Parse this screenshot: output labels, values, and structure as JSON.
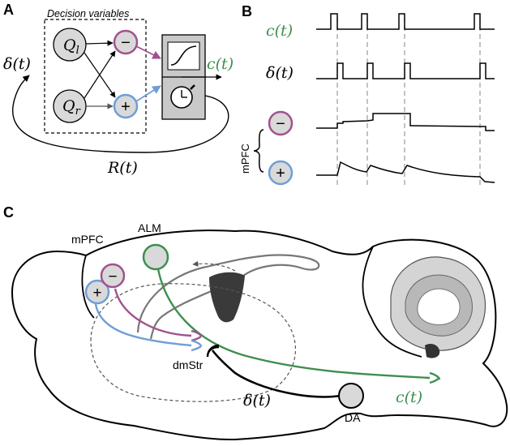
{
  "panels": {
    "a": {
      "letter": "A"
    },
    "b": {
      "letter": "B"
    },
    "c": {
      "letter": "C"
    }
  },
  "panel_a": {
    "box_title": "Decision variables",
    "q_left": "Q",
    "q_left_sub": "l",
    "q_right": "Q",
    "q_right_sub": "r",
    "minus_symbol": "−",
    "plus_symbol": "+",
    "delta_label": "δ(t)",
    "choice_label": "c(t)",
    "reward_label": "R(t)"
  },
  "panel_b": {
    "choice_label": "c(t)",
    "delta_label": "δ(t)",
    "minus_symbol": "−",
    "plus_symbol": "+",
    "mpfc_label": "mPFC"
  },
  "panel_c": {
    "mpfc_label": "mPFC",
    "alm_label": "ALM",
    "dmstr_label": "dmStr",
    "da_label": "DA",
    "delta_label": "δ(t)",
    "choice_label": "c(t)",
    "minus_symbol": "−",
    "plus_symbol": "+"
  },
  "colors": {
    "green": "#3d8f4f",
    "purple": "#a0528f",
    "blue": "#6f9ed6",
    "node_fill": "#d9d9d9",
    "gray_box": "#c9c9c9"
  }
}
